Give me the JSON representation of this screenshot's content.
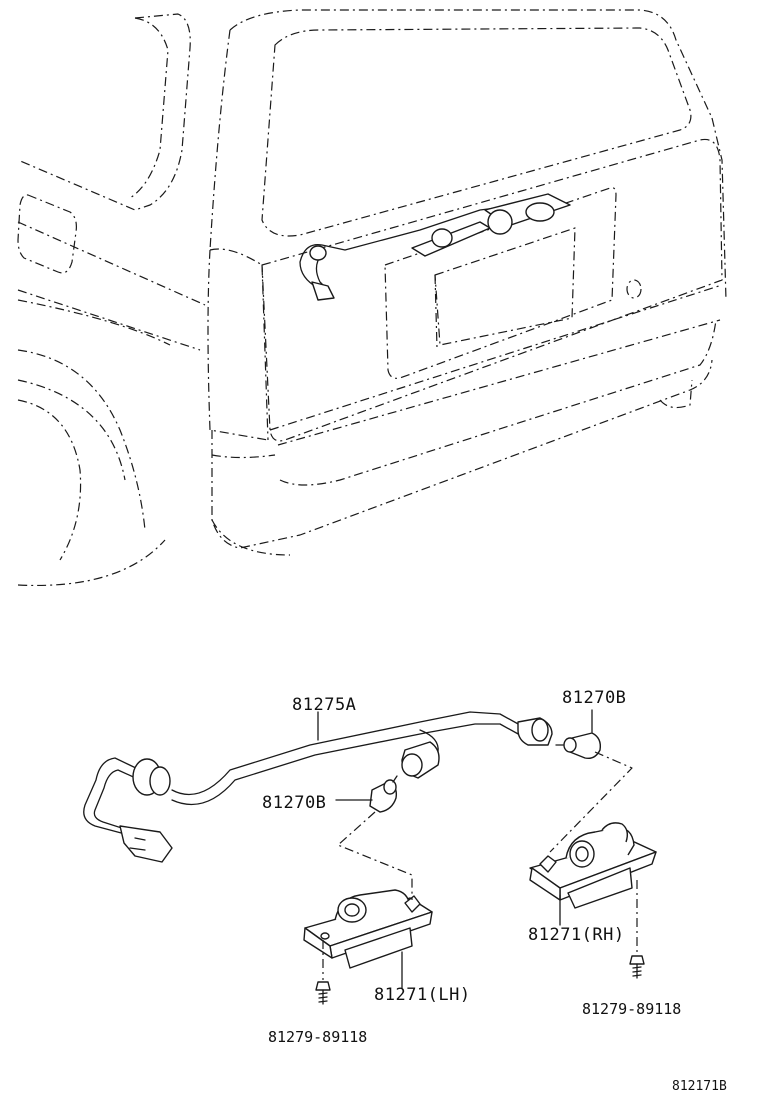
{
  "parts": {
    "harness": "81275A",
    "bulb_right": "81270B",
    "bulb_left": "81270B",
    "lamp_right": "81271(RH)",
    "lamp_left": "81271(LH)",
    "screw_right": "81279-89118",
    "screw_left": "81279-89118"
  },
  "figure_id": "812171B"
}
